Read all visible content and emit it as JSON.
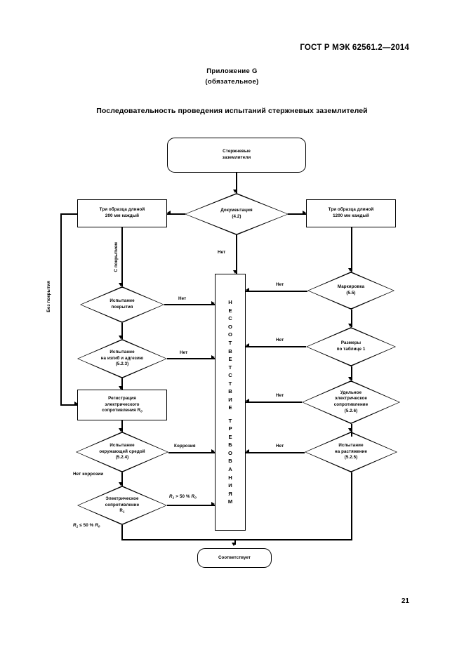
{
  "header": {
    "standard": "ГОСТ Р МЭК 62561.2—2014",
    "annex": "Приложение G",
    "annex_kind": "(обязательное)",
    "chart_title": "Последовательность проведения испытаний стержневых заземлителей",
    "page_number": "21"
  },
  "flow": {
    "start": "Стержневые\nзаземлители",
    "doc_decision": "Документация\n(4.2)",
    "sample_left": "Три образца длиной\n200 мм каждый",
    "sample_right": "Три образца длиной\n1200 мм каждый",
    "coating_test": "Испытание\nпокрытия",
    "bend_adhesion_test": "Испытание\nна изгиб и адгезию\n(5.2.3)",
    "resistance_registration": "Регистрация\nэлектрического\nсопротивления R",
    "resistance_registration_sub": "0",
    "environment_test": "Испытание\nокружающей средой\n(5.2.4)",
    "electrical_resistance": "Электрическое\nсопротивление\nR",
    "electrical_resistance_sub": "1",
    "marking": "Маркировка\n(5.5)",
    "dimensions": "Размеры\nпо таблице 1",
    "resistivity": "Удельное\nэлектрическое\nсопротивление\n(5.2.6)",
    "tensile_test": "Испытание\nна растяжение\n(5.2.5)",
    "reject_line1": "НЕСООТВЕТСТВИЕ",
    "reject_line2": "ТРЕБОВАНИЯМ",
    "accept": "Соответствует"
  },
  "edges": {
    "no": "Нет",
    "coated": "С покрытием",
    "uncoated": "Без покрытия",
    "corrosion": "Коррозия",
    "no_corrosion": "Нет коррозии",
    "r1_gt": "R1 > 50 % R0",
    "r1_le": "R1 ≤ 50 % R0"
  },
  "colors": {
    "ink": "#000000",
    "paper": "#ffffff"
  }
}
